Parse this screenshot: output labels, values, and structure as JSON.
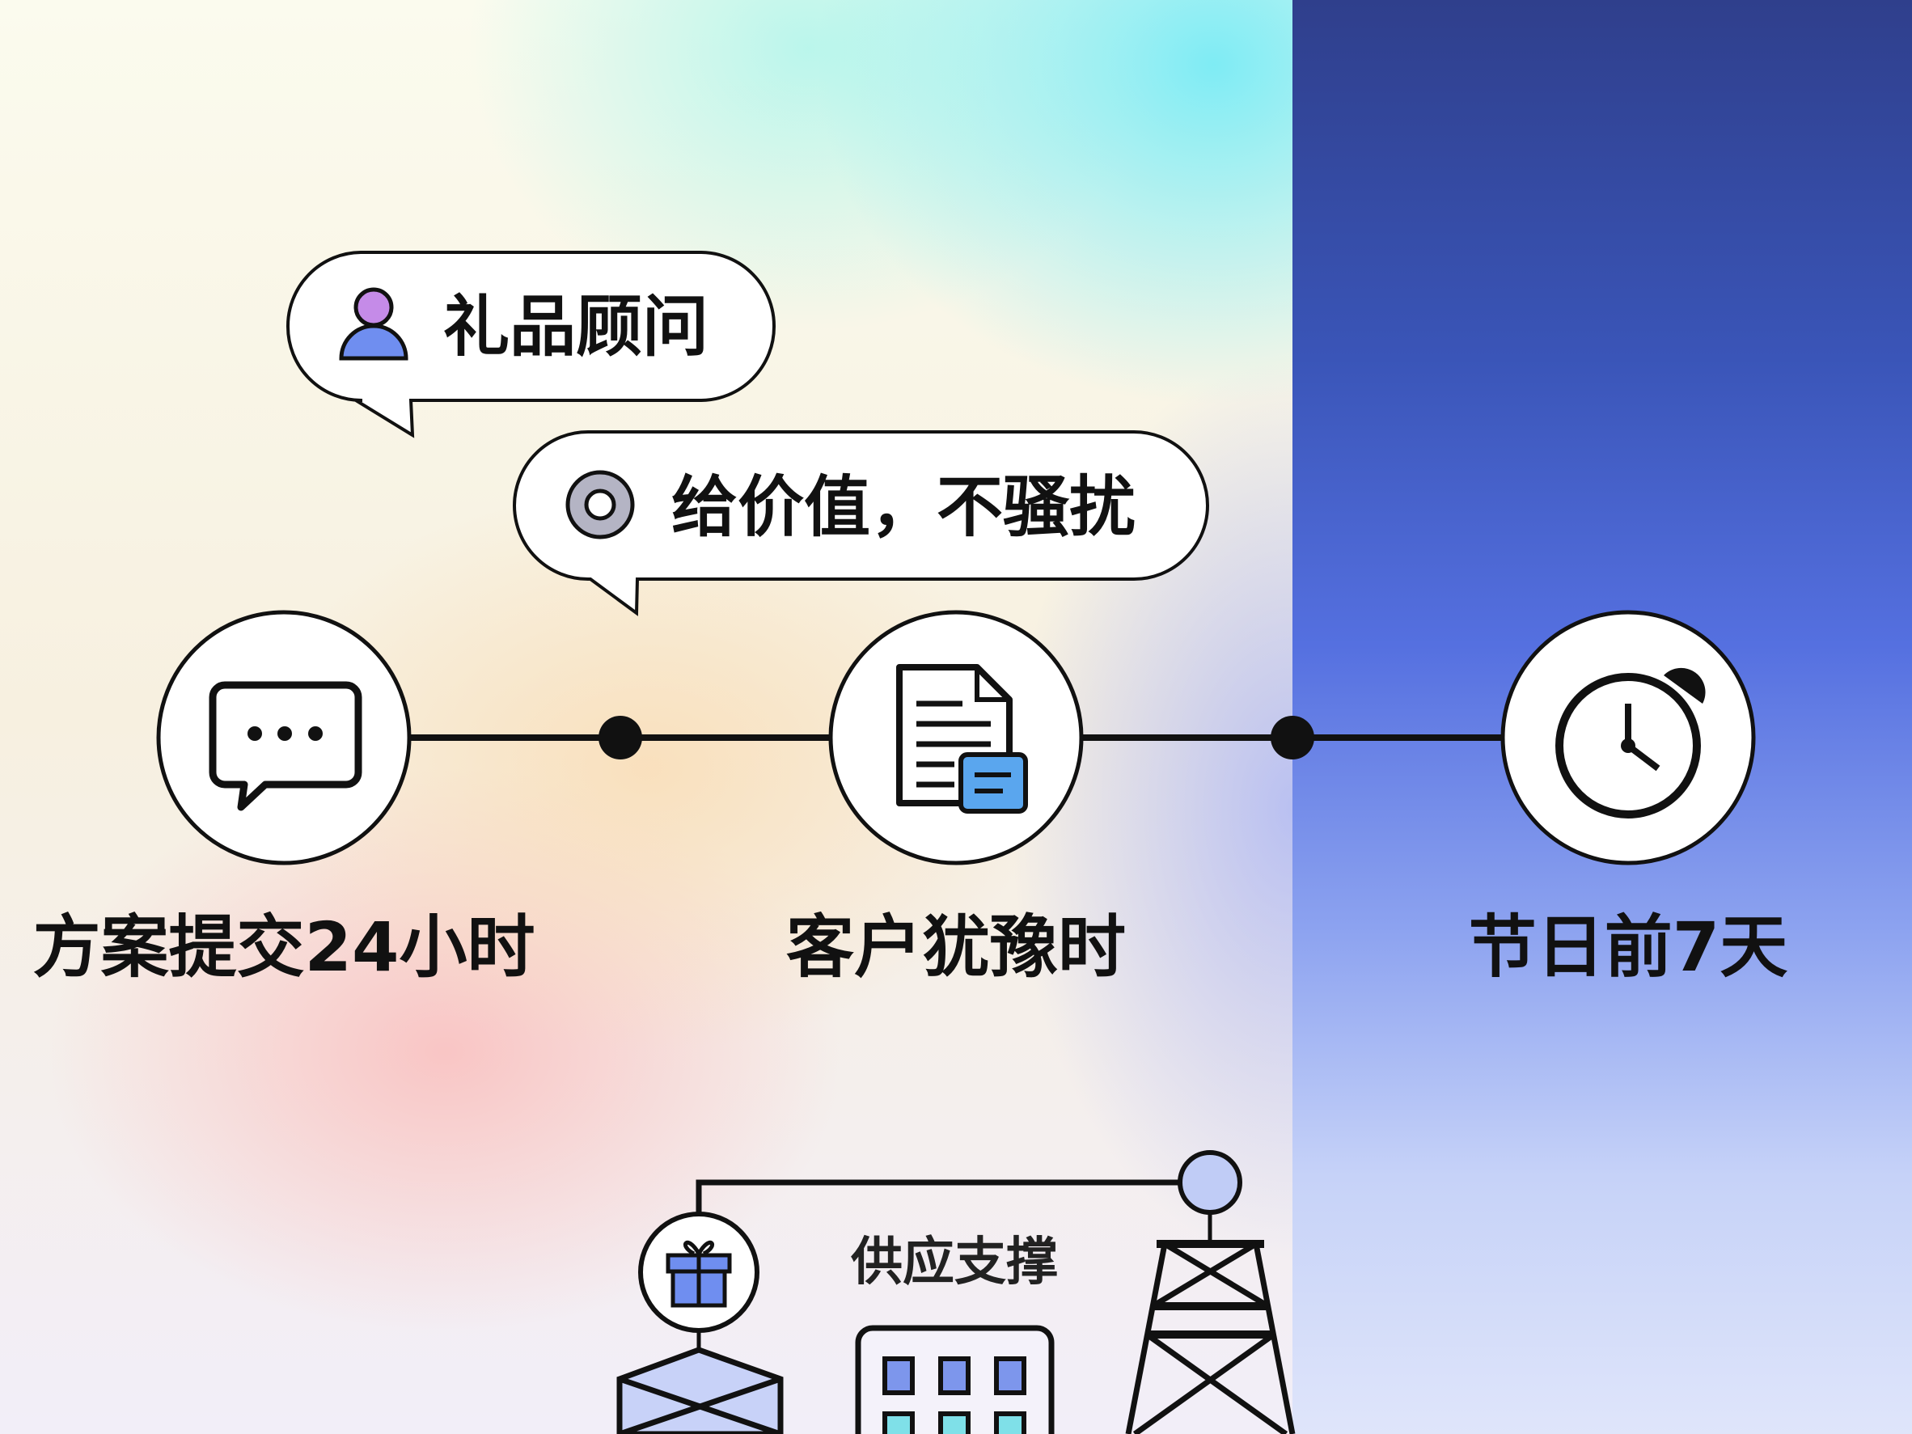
{
  "bubbles": [
    {
      "icon": "person-icon",
      "text": "礼品顾问"
    },
    {
      "icon": "target-ring-icon",
      "text": "给价值，不骚扰"
    }
  ],
  "timeline": [
    {
      "icon": "chat-bubble-icon",
      "label": "方案提交24小时"
    },
    {
      "icon": "document-icon",
      "label": "客户犹豫时"
    },
    {
      "icon": "alarm-clock-icon",
      "label": "节日前7天"
    }
  ],
  "supply": {
    "title": "供应支撑"
  },
  "colors": {
    "accent_blue": "#6f8ef0",
    "accent_purple": "#c58be8",
    "panel_dark": "#2f3f8c"
  }
}
